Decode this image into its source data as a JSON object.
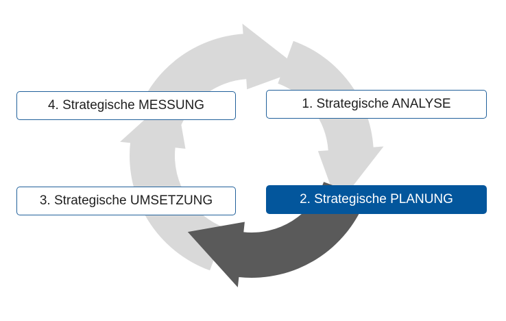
{
  "steps": {
    "analysis": "1. Strategische ANALYSE",
    "planning": "2. Strategische PLANUNG",
    "execution": "3. Strategische UMSETZUNG",
    "measurement": "4. Strategische MESSUNG"
  },
  "active_step": "planning",
  "colors": {
    "arrow_inactive": "#d9d9d9",
    "arrow_active": "#5a5a5a",
    "box_border": "#1f5f9a",
    "box_active_fill": "#03569c",
    "box_text": "#1e1e1e",
    "box_active_text": "#ffffff"
  }
}
